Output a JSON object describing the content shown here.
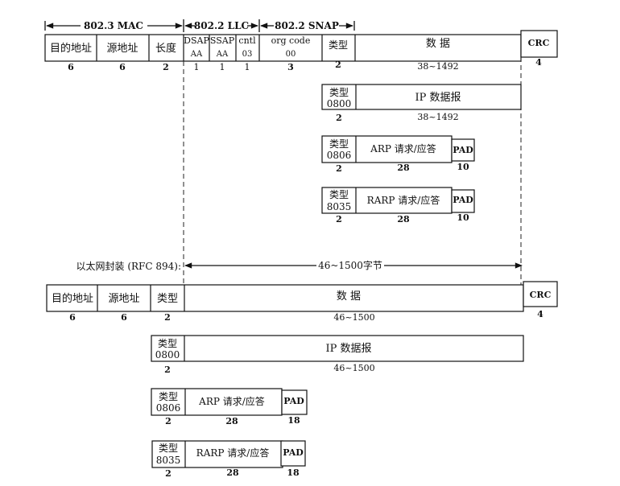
{
  "top_section": {
    "header": {
      "mac": "802.3 MAC",
      "llc": "802.2 LLC",
      "snap": "802.2 SNAP"
    },
    "frame": {
      "dst_label": "目的地址",
      "dst_size": "6",
      "src_label": "源地址",
      "src_size": "6",
      "len_label": "长度",
      "len_size": "2",
      "dsap_label": "DSAP",
      "dsap_value": "AA",
      "dsap_size": "1",
      "ssap_label": "SSAP",
      "ssap_value": "AA",
      "ssap_size": "1",
      "cntl_label": "cntl",
      "cntl_value": "03",
      "cntl_size": "1",
      "org_label": "org code",
      "org_value": "00",
      "org_size": "3",
      "type_label": "类型",
      "type_size": "2",
      "data_label": "数 据",
      "data_size": "38~1492",
      "crc_label": "CRC",
      "crc_size": "4"
    },
    "ip_row": {
      "type_label": "类型",
      "type_value": "0800",
      "type_size": "2",
      "data_label": "IP 数据报",
      "data_size": "38~1492"
    },
    "arp_row": {
      "type_label": "类型",
      "type_value": "0806",
      "type_size": "2",
      "data_label": "ARP 请求/应答",
      "data_size": "28",
      "pad_label": "PAD",
      "pad_size": "10"
    },
    "rarp_row": {
      "type_label": "类型",
      "type_value": "8035",
      "type_size": "2",
      "data_label": "RARP 请求/应答",
      "data_size": "28",
      "pad_label": "PAD",
      "pad_size": "10"
    }
  },
  "bottom_section": {
    "caption": "以太网封装 (RFC 894):",
    "range_label": "46~1500字节",
    "frame": {
      "dst_label": "目的地址",
      "dst_size": "6",
      "src_label": "源地址",
      "src_size": "6",
      "type_label": "类型",
      "type_size": "2",
      "data_label": "数 据",
      "data_size": "46~1500",
      "crc_label": "CRC",
      "crc_size": "4"
    },
    "ip_row": {
      "type_label": "类型",
      "type_value": "0800",
      "type_size": "2",
      "data_label": "IP 数据报",
      "data_size": "46~1500"
    },
    "arp_row": {
      "type_label": "类型",
      "type_value": "0806",
      "type_size": "2",
      "data_label": "ARP 请求/应答",
      "data_size": "28",
      "pad_label": "PAD",
      "pad_size": "18"
    },
    "rarp_row": {
      "type_label": "类型",
      "type_value": "8035",
      "type_size": "2",
      "data_label": "RARP 请求/应答",
      "data_size": "28",
      "pad_label": "PAD",
      "pad_size": "18"
    }
  }
}
